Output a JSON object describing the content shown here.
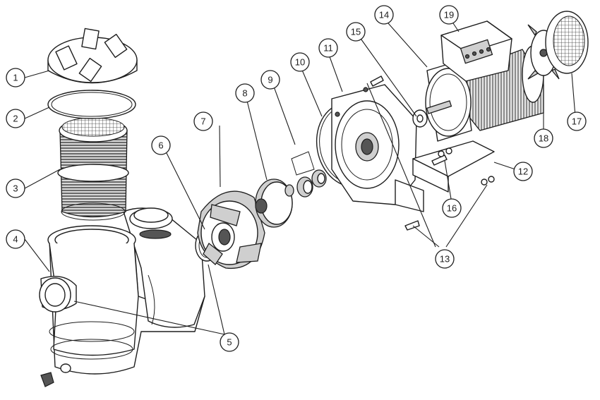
{
  "diagram": {
    "callouts": [
      {
        "id": "c1",
        "label": "1"
      },
      {
        "id": "c2",
        "label": "2"
      },
      {
        "id": "c3",
        "label": "3"
      },
      {
        "id": "c4",
        "label": "4"
      },
      {
        "id": "c5",
        "label": "5"
      },
      {
        "id": "c6",
        "label": "6"
      },
      {
        "id": "c7",
        "label": "7"
      },
      {
        "id": "c8",
        "label": "8"
      },
      {
        "id": "c9",
        "label": "9"
      },
      {
        "id": "c10",
        "label": "10"
      },
      {
        "id": "c11",
        "label": "11"
      },
      {
        "id": "c12",
        "label": "12"
      },
      {
        "id": "c13",
        "label": "13"
      },
      {
        "id": "c14",
        "label": "14"
      },
      {
        "id": "c15",
        "label": "15"
      },
      {
        "id": "c16",
        "label": "16"
      },
      {
        "id": "c17",
        "label": "17"
      },
      {
        "id": "c18",
        "label": "18"
      },
      {
        "id": "c19",
        "label": "19"
      }
    ],
    "colors": {
      "line": "#1e1e1e",
      "shade": "#cfcfcf",
      "background": "#ffffff"
    }
  }
}
